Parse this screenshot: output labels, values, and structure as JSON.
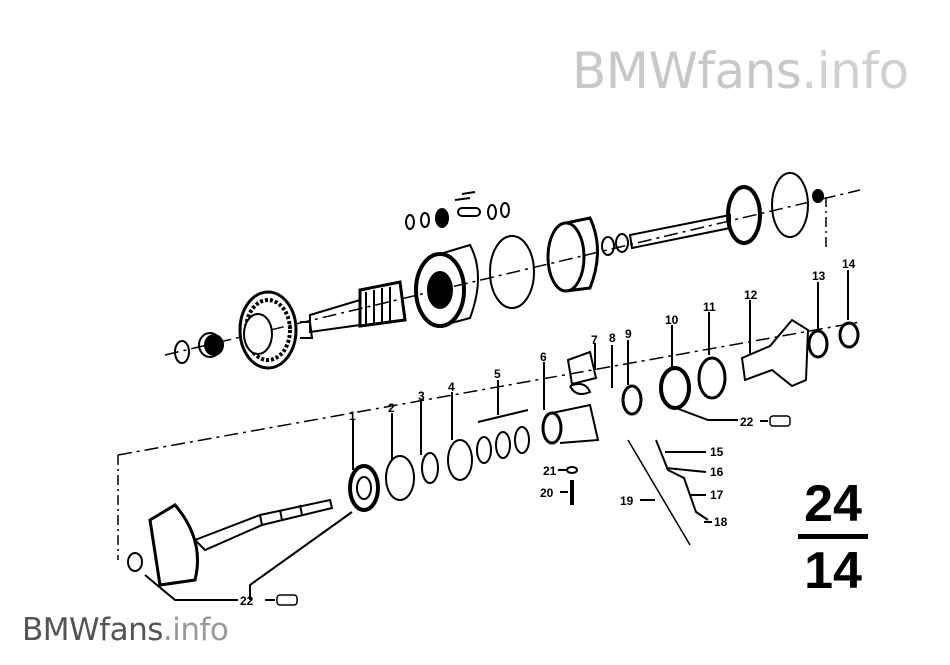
{
  "watermark": {
    "top": {
      "brand": "BMWfans",
      "suffix": ".info"
    },
    "bottom": {
      "brand": "BMWfans",
      "suffix": ".info"
    }
  },
  "sheet": {
    "top": "24",
    "bottom": "14"
  },
  "part_labels": [
    "1",
    "2",
    "3",
    "4",
    "5",
    "6",
    "7",
    "8",
    "9",
    "10",
    "11",
    "12",
    "13",
    "14",
    "15",
    "16",
    "17",
    "18",
    "19",
    "20",
    "21",
    "22"
  ],
  "colors": {
    "ink": "#000000",
    "watermark": "#c8c8c8"
  }
}
